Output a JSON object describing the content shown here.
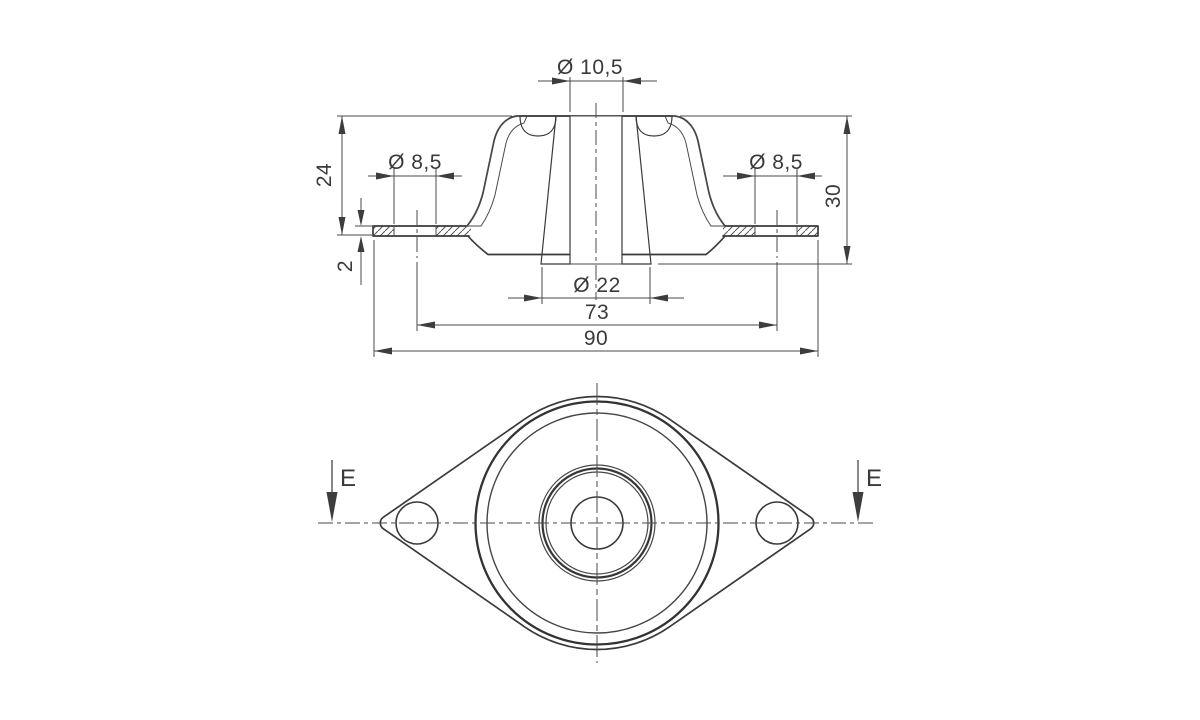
{
  "drawing": {
    "kind": "technical-drawing",
    "subject": "two-bolt flanged rubber vibration mount, section E-E and plan view",
    "units_style": "millimetres, comma decimal separator",
    "colors": {
      "line": "#3a3a3a",
      "dim_line": "#4a4a4a",
      "background": "#ffffff"
    }
  },
  "section_view": {
    "dia_top": "Ø 10,5",
    "dia_hole_left": "Ø 8,5",
    "dia_hole_right": "Ø 8,5",
    "height_to_flange": "24",
    "height_total": "30",
    "flange_thickness": "2",
    "dia_sleeve": "Ø 22",
    "pitch": "73",
    "overall": "90"
  },
  "plan_view": {
    "cut_left": "E",
    "cut_right": "E"
  }
}
